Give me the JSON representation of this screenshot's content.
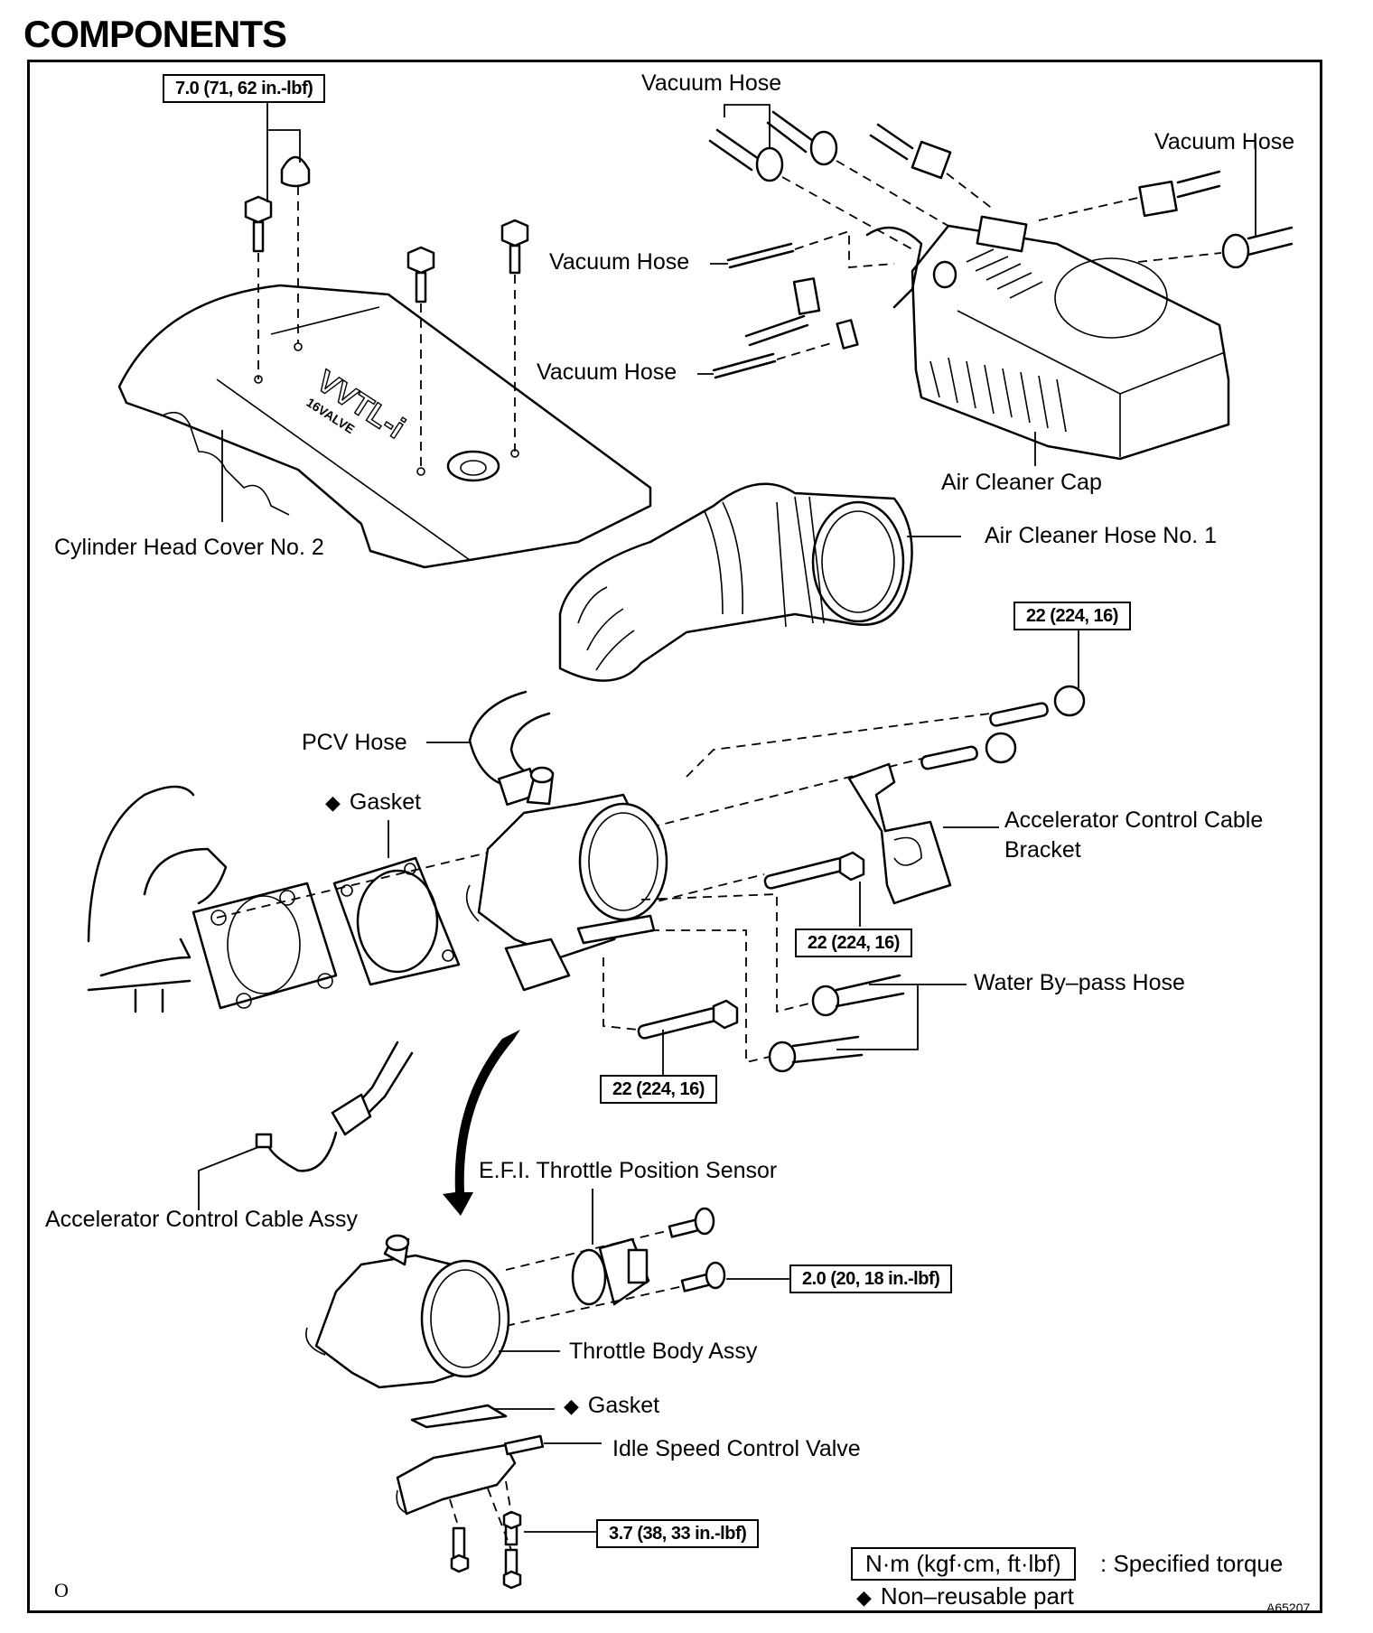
{
  "page": {
    "title": "COMPONENTS",
    "page_marker": "O",
    "figure_id": "A65207"
  },
  "labels": {
    "vacuum_hose_top": "Vacuum Hose",
    "vacuum_hose_right": "Vacuum Hose",
    "vacuum_hose_mid": "Vacuum Hose",
    "vacuum_hose_lower": "Vacuum Hose",
    "air_cleaner_cap": "Air Cleaner Cap",
    "air_cleaner_hose": "Air Cleaner Hose No. 1",
    "cylinder_head_cover": "Cylinder Head Cover No. 2",
    "pcv_hose": "PCV Hose",
    "gasket_upper": "Gasket",
    "accel_bracket_line1": "Accelerator Control Cable",
    "accel_bracket_line2": "Bracket",
    "water_bypass_hose": "Water By–pass Hose",
    "accel_cable_assy": "Accelerator Control Cable Assy",
    "tps": "E.F.I. Throttle Position Sensor",
    "throttle_body": "Throttle Body Assy",
    "gasket_lower": "Gasket",
    "iscv": "Idle Speed Control Valve",
    "cover_emboss_1": "VVTL-i",
    "cover_emboss_2": "16VALVE"
  },
  "torque_specs": {
    "cover_bolts": "7.0 (71, 62 in.-lbf)",
    "stud_nuts": "22 (224, 16)",
    "bracket_bolt": "22 (224, 16)",
    "lower_bolt": "22 (224, 16)",
    "tps_screws": "2.0 (20, 18 in.-lbf)",
    "iscv_bolts": "3.7 (38, 33 in.-lbf)"
  },
  "legend": {
    "torque_units": "N·m (kgf·cm, ft·lbf)",
    "torque_meaning": ": Specified torque",
    "non_reusable_symbol": "◆",
    "non_reusable_text": "Non–reusable part"
  }
}
